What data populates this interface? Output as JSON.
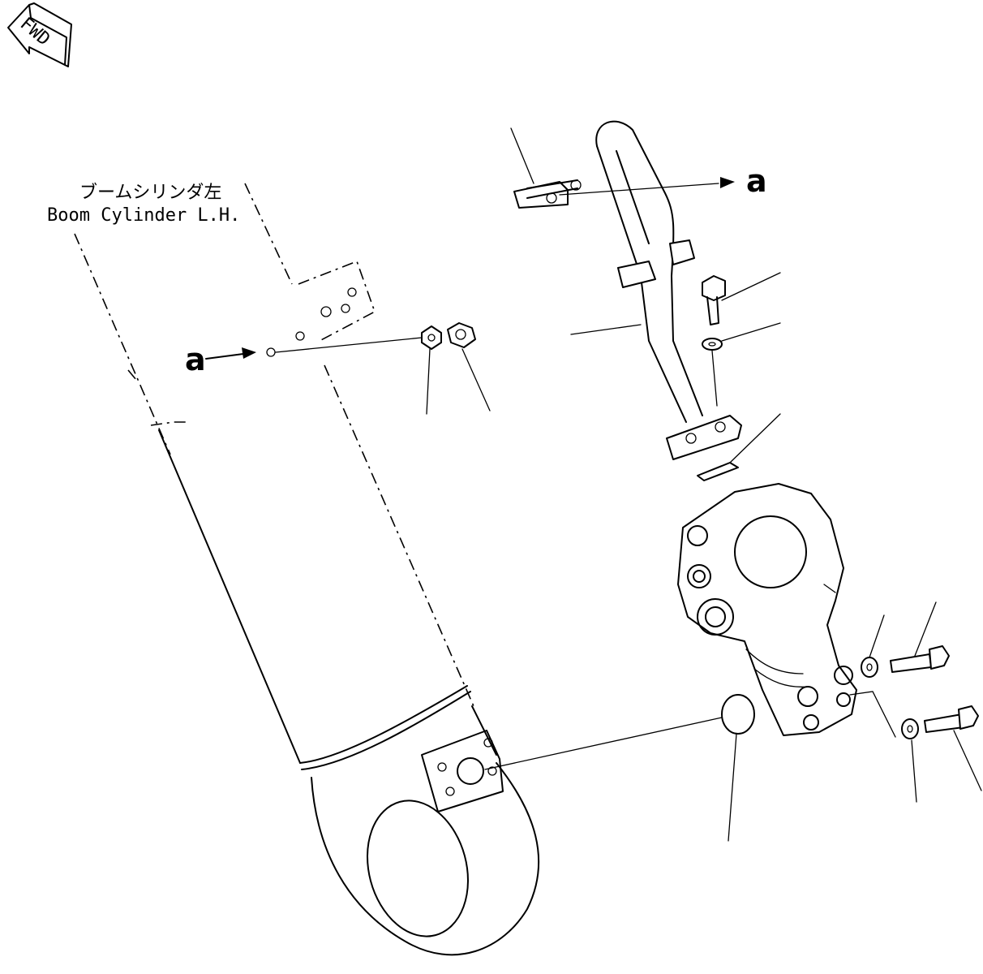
{
  "orientation": {
    "text": "FWD"
  },
  "boom_cylinder": {
    "label_jp": "ブームシリンダ左",
    "label_en": "Boom Cylinder L.H."
  },
  "refs": {
    "a_left": "a",
    "a_right": "a"
  }
}
